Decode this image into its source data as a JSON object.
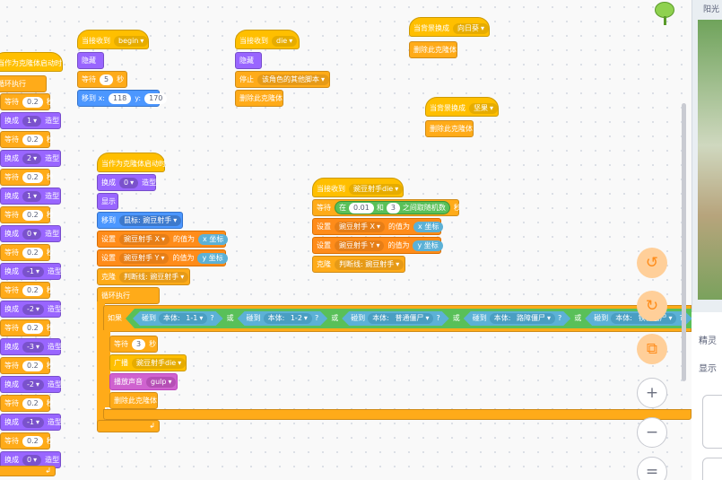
{
  "colors": {
    "events": "#ffbf00",
    "control": "#ffab19",
    "looks": "#9966ff",
    "motion": "#4c97ff",
    "sensing": "#5cb1d6",
    "operators": "#59c059",
    "sound": "#cf63cf",
    "variables": "#ff8c1a"
  },
  "left_stack": {
    "hat": "当作为克隆体启动时",
    "loop": "循环执行",
    "wait_label": "等待",
    "wait_value": "0.2",
    "sec": "秒",
    "switch_label": "换成",
    "costume_label": "造型",
    "costumes": [
      "1",
      "2",
      "1",
      "0",
      "-1",
      "-2",
      "-3",
      "-2",
      "-1",
      "0"
    ]
  },
  "begin_script": {
    "hat": "当接收到",
    "message": "begin",
    "hide": "隐藏",
    "wait": "等待",
    "wait_value": "5",
    "sec": "秒",
    "goto": "移到 x:",
    "x_value": "118",
    "y_label": "y:",
    "y_value": "170"
  },
  "die_script": {
    "hat": "当接收到",
    "message": "die",
    "hide": "隐藏",
    "stop": "停止",
    "stop_option": "该角色的其他脚本",
    "delete": "删除此克隆体"
  },
  "bg_day": {
    "hat": "当背景换成",
    "backdrop": "向日葵",
    "delete": "删除此克隆体"
  },
  "bg_lawn": {
    "hat": "当背景换成",
    "backdrop": "坚果",
    "delete": "删除此克隆体"
  },
  "clone_script": {
    "hat": "当作为克隆体启动时",
    "switch": "换成",
    "costume_value": "0",
    "costume": "造型",
    "show": "显示",
    "goto": "移到",
    "goto_target": "鼠标: 豌豆射手",
    "set": "设置",
    "var_x": "豌豆射手 X",
    "var_y": "豌豆射手 Y",
    "value_of": "的值为",
    "x_pos": "x 坐标",
    "y_pos": "y 坐标",
    "clone": "克隆",
    "clone_target": "判断线: 豌豆射手",
    "forever": "循环执行",
    "if": "如果",
    "touching": "碰到",
    "body": "本体:",
    "conditions": [
      "1-1",
      "1-2",
      "普通僵尸",
      "路障僵尸",
      "铁桶僵尸"
    ],
    "or": "或",
    "wait": "等待",
    "wait_value": "3",
    "sec": "秒",
    "broadcast": "广播",
    "broadcast_msg": "豌豆射手die",
    "play_sound": "播放声音",
    "sound_name": "gulp",
    "delete": "删除此克隆体"
  },
  "pea_die_script": {
    "hat": "当接收到",
    "message": "豌豆射手die",
    "wait": "等待",
    "in": "在",
    "min": "0.01",
    "and": "和",
    "max": "3",
    "random": "之间取随机数",
    "sec": "秒",
    "set": "设置",
    "var_x": "豌豆射手 X",
    "var_y": "豌豆射手 Y",
    "value_of": "的值为",
    "x_pos": "x 坐标",
    "y_pos": "y 坐标",
    "clone": "克隆",
    "clone_target": "判断线: 豌豆射手"
  },
  "right_panel": {
    "top_label": "阳光",
    "sprite_label": "精灵",
    "show_label": "显示"
  },
  "controls": {
    "undo_icon": "↺",
    "redo_icon": "↻",
    "crop_icon": "⧉",
    "zoom_in_icon": "+",
    "zoom_out_icon": "−",
    "reset_icon": "="
  }
}
